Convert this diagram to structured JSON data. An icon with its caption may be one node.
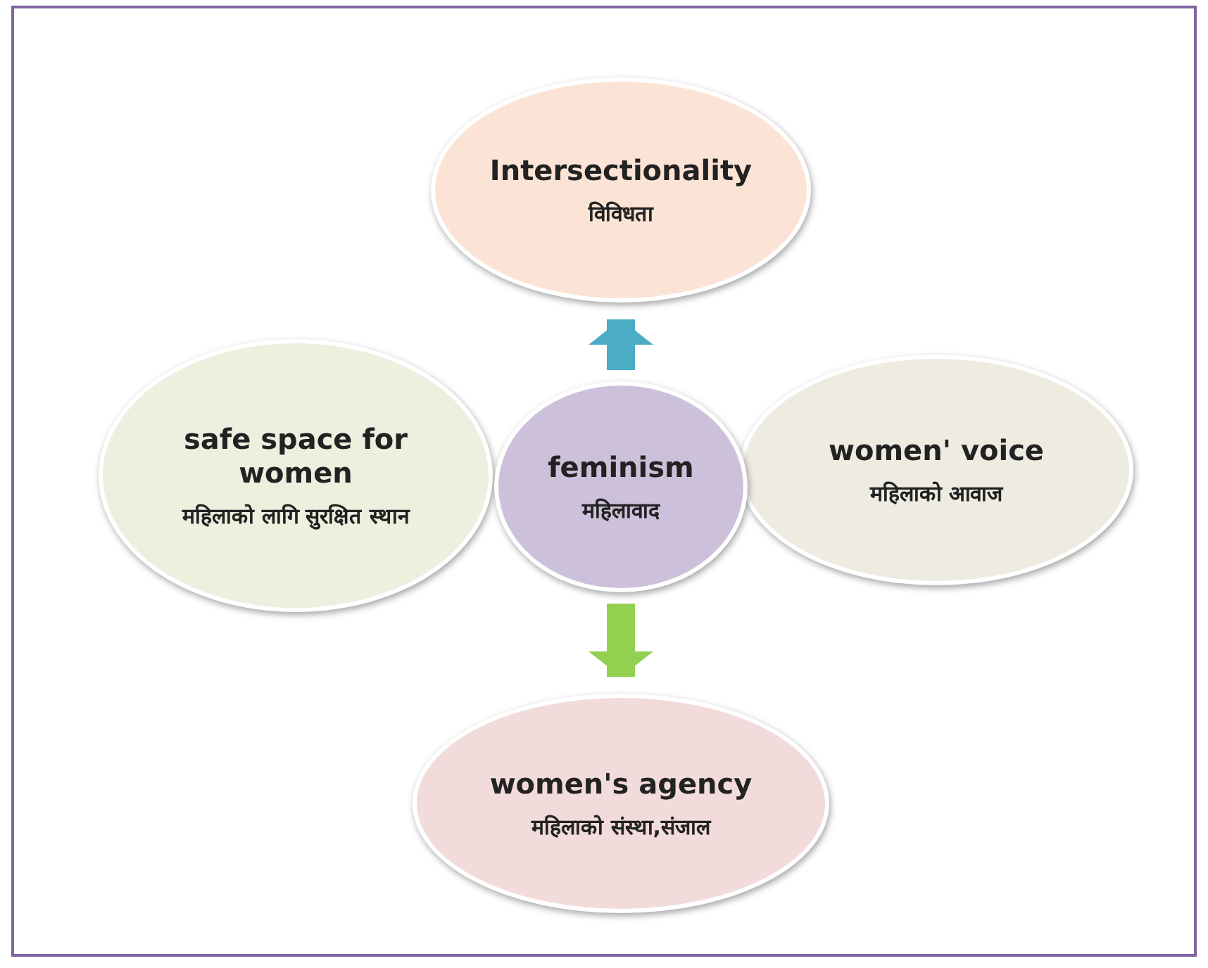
{
  "diagram": {
    "nodes": [
      {
        "text": [
          "Intersectionality",
          "विविधता"
        ]
      },
      {
        "text": [
          "safe space for women",
          "महिलाको लागि सुरक्षित स्थान"
        ]
      },
      {
        "text": [
          "feminism",
          "महिलावाद"
        ]
      },
      {
        "text": [
          "women' voice",
          "महिलाको आवाज"
        ]
      },
      {
        "text": [
          "women's agency",
          "महिलाको संस्था,संजाल"
        ]
      }
    ],
    "edges": [
      {
        "from": 2,
        "to": 0,
        "arrow": "to",
        "color": "#4bacc6"
      },
      {
        "from": 2,
        "to": 4,
        "arrow": "to",
        "color": "#92d050"
      }
    ]
  }
}
